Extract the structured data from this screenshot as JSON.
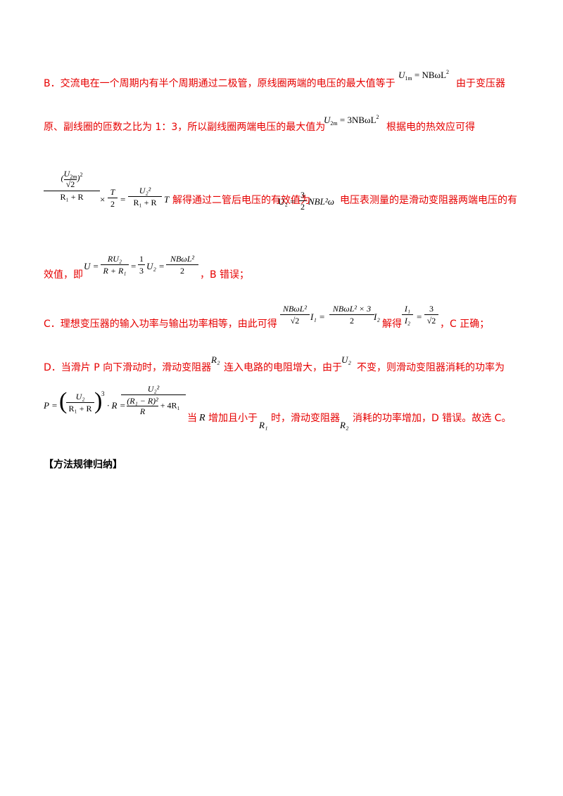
{
  "paragraphs": {
    "b_line1": {
      "text_a": "B．交流电在一个周期内有半个周期通过二极管，原线圈两端的电压的最大值等于",
      "text_b": "由于变压器"
    },
    "b_line2": {
      "text_a": "原、副线圈的匝数之比为 1：3，所以副线圈两端电压的最大值为",
      "text_b": "根据电的热效应可得"
    },
    "b_line3": {
      "text_a": "解得通过二管后电压的有效值为",
      "text_b": "电压表测量的是滑动变阻器两端电压的有"
    },
    "b_line4": {
      "text_a": "效值，即",
      "text_b": "，B 错误；"
    },
    "c_line": {
      "text_a": "C．理想变压器的输入功率与输出功率相等，由此可得",
      "text_b": "解得",
      "text_c": "，C 正确；"
    },
    "d_line1": {
      "text_a": "D．当滑片 P 向下滑动时，滑动变阻器",
      "text_b": "连入电路的电阻增大，由于",
      "text_c": "不变，则滑动变阻器消耗的功率为"
    },
    "d_line2": {
      "text_a": "当",
      "text_b": "增加且小于",
      "text_c": "时，滑动变阻器",
      "text_d": "消耗的功率增加，D 错误。故选 C。"
    }
  },
  "heading": "【方法规律归纳】",
  "formulas": {
    "u1m_lhs": "U",
    "u1m_sub": "1m",
    "u1m_rhs": "= NBωL",
    "u1m_sup": "2",
    "u2m_lhs": "U",
    "u2m_sub": "2m",
    "u2m_rhs": "= 3NBωL",
    "u2m_sup": "2",
    "heat_num_u": "U",
    "heat_num_sub": "2m",
    "heat_num_sqrt": "√2",
    "heat_num_sq": "2",
    "heat_den": "R₁ + R",
    "times": "×",
    "t_num": "T",
    "t_den": "2",
    "eq": "=",
    "u2sq_num": "U₂²",
    "u2sq_den": "R₁ + R",
    "t_tail": "T",
    "u2_eff_lhs": "U₂ =",
    "u2_eff_num": "3",
    "u2_eff_den": "2",
    "u2_eff_tail": "NBL²ω",
    "u_lhs": "U =",
    "u_num": "RU₂",
    "u_den": "R + R₁",
    "u_eq": "=",
    "third_num": "1",
    "third_den": "3",
    "u_mid": "U₂ =",
    "u_res_num": "NBωL²",
    "u_res_den": "2",
    "c_f1_num": "NBωL²",
    "c_f1_den": "√2",
    "c_i1": "I₁ =",
    "c_f2_num": "NBωL² × 3",
    "c_f2_den": "2",
    "c_i2": "I₂",
    "c_r_num": "I₁",
    "c_r_den": "I₂",
    "c_r_eq": "=",
    "c_r2_num": "3",
    "c_r2_den": "√2",
    "d_r2": "R₂",
    "d_u2": "U₂",
    "p_lhs": "P =",
    "p_num": "U₂",
    "p_den": "R₁ + R",
    "p_exp": "3",
    "p_mid": "· R =",
    "p_big_num": "U₂²",
    "p_inner_num": "(R₁ − R)²",
    "p_inner_den": "R",
    "p_plus": "+ 4R₁",
    "d_r": "R",
    "d_r1": "R₁",
    "d_r2b": "R₂"
  }
}
